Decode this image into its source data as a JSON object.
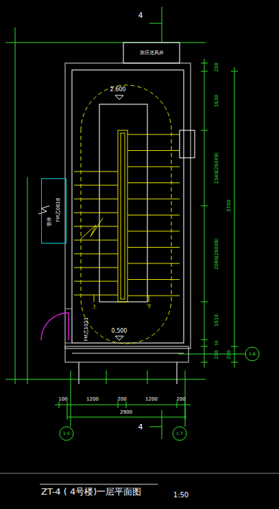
{
  "diagram": {
    "title": "ZT-4 ( 4号楼)一层平面图",
    "nodes": [
      {
        "text": [
          "1-B"
        ]
      },
      {
        "text": [
          "1-5"
        ]
      },
      {
        "text": [
          "1-7"
        ]
      },
      {
        "text": [
          "FM乙0818",
          "管井"
        ]
      }
    ],
    "labels": [
      "4",
      "加压送风井",
      "2.600",
      "200",
      "1630",
      "2340(260X9)",
      "3700",
      "2080(260X8)",
      "1610",
      "50",
      "200",
      "200",
      "FM乙1021",
      "0.500",
      "上",
      "下",
      "100",
      "1200",
      "200",
      "1200",
      "200",
      "2900",
      "4",
      "1:50"
    ]
  }
}
